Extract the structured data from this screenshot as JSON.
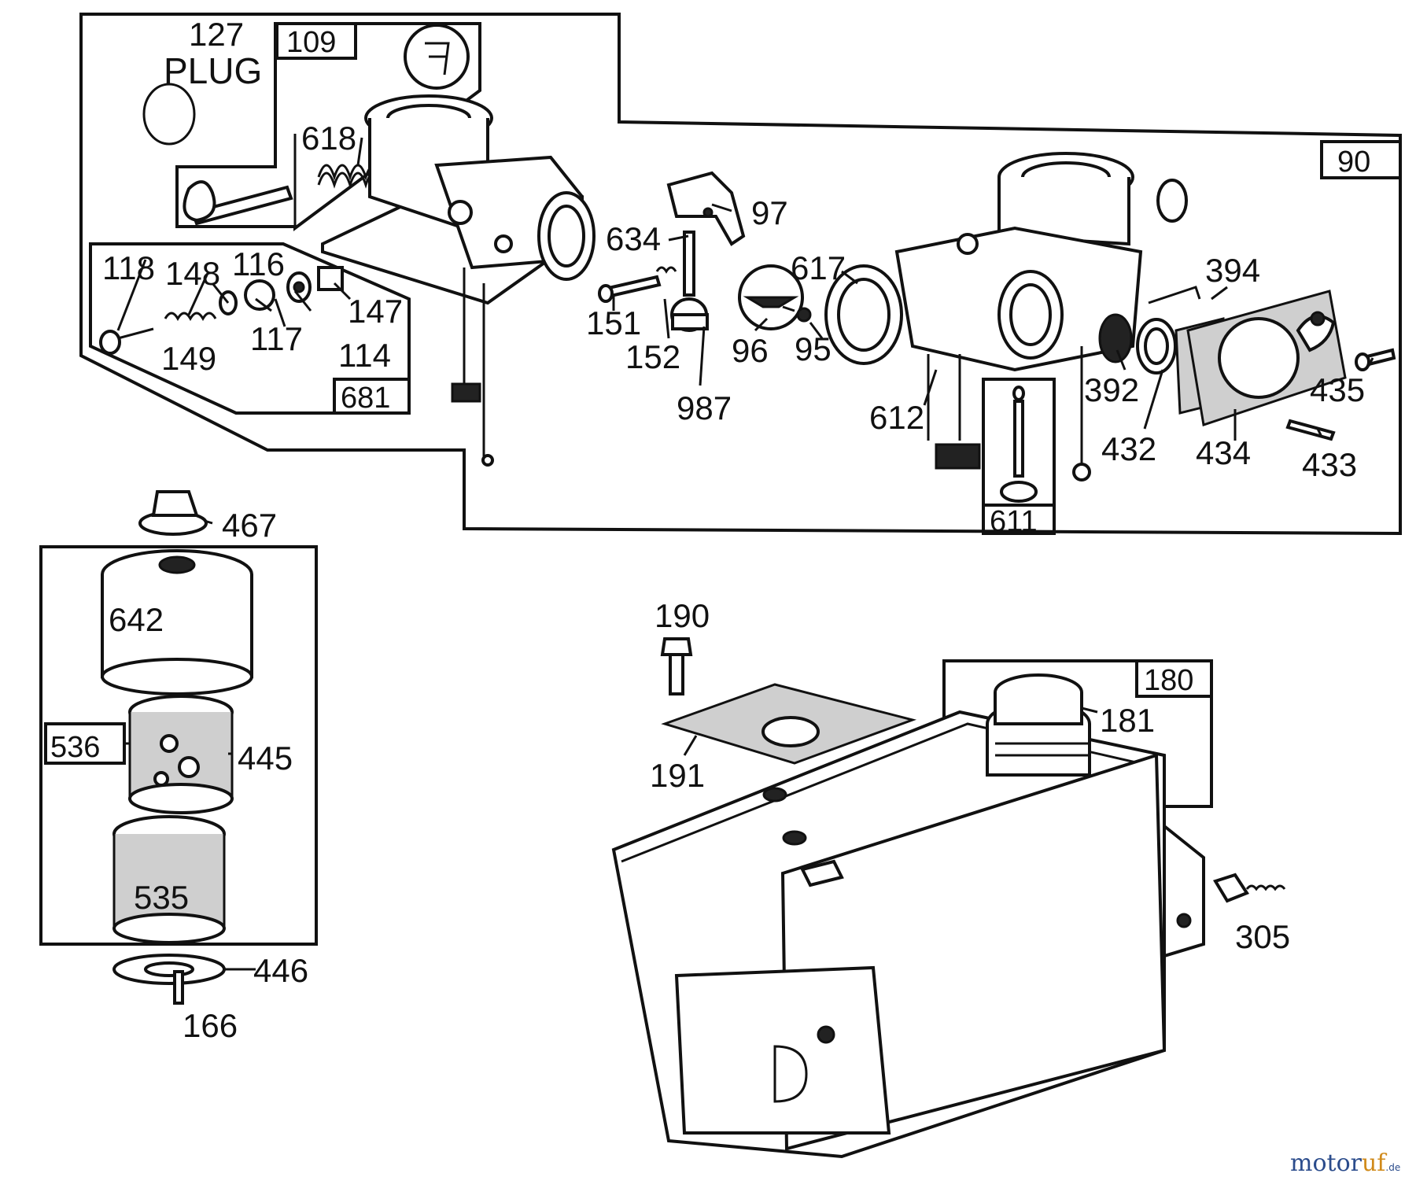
{
  "labels": {
    "p127": "127",
    "plug": "PLUG",
    "b109": "109",
    "p618": "618",
    "p118": "118",
    "p148": "148",
    "p116": "116",
    "p147": "147",
    "p149": "149",
    "p117": "117",
    "p114": "114",
    "b681": "681",
    "p97": "97",
    "p634": "634",
    "p151": "151",
    "p152": "152",
    "p96": "96",
    "p95": "95",
    "p987": "987",
    "p617": "617",
    "p612": "612",
    "b611": "611",
    "b90": "90",
    "p394": "394",
    "p392": "392",
    "p435": "435",
    "p432": "432",
    "p434": "434",
    "p433": "433",
    "p467": "467",
    "p642": "642",
    "b536": "536",
    "p445": "445",
    "p535": "535",
    "p446": "446",
    "p166": "166",
    "p190": "190",
    "p191": "191",
    "b180": "180",
    "p181": "181",
    "p305": "305"
  },
  "watermark": {
    "part1": "motor",
    "part2": "uf",
    "suffix": ".de"
  }
}
